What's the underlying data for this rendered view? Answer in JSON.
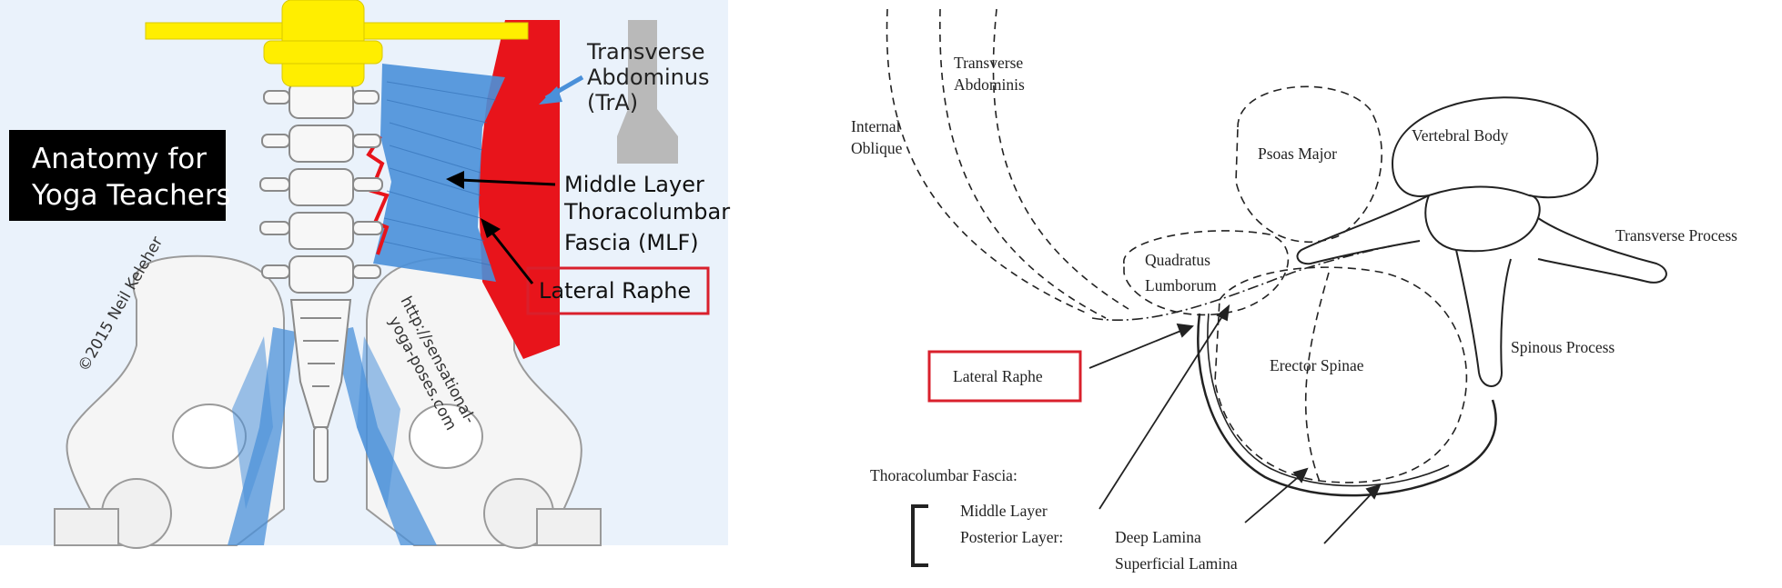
{
  "left_illustration": {
    "title_line1": "Anatomy for",
    "title_line2": "Yoga Teachers",
    "label_tra_line1": "Transverse",
    "label_tra_line2": "Abdominus",
    "label_tra_line3": "(TrA)",
    "label_mlf_line1": "Middle Layer",
    "label_mlf_line2": "Thoracolumbar",
    "label_mlf_line3": "Fascia (MLF)",
    "label_lateral_raphe": "Lateral Raphe",
    "copyright": "©2015 Neil Keleher",
    "website_line1": "http://sensational-",
    "website_line2": "yoga-poses.com",
    "colors": {
      "vertebra_yellow": "#ffee00",
      "muscle_red": "#e8141b",
      "fascia_blue": "#4a90d9",
      "highlight_box": "#d9202c",
      "title_bg": "#000000"
    }
  },
  "right_diagram": {
    "label_transverse_abdominis_line1": "Transverse",
    "label_transverse_abdominis_line2": "Abdominis",
    "label_internal_oblique_line1": "Internal",
    "label_internal_oblique_line2": "Oblique",
    "label_psoas_major": "Psoas Major",
    "label_vertebral_body": "Vertebral Body",
    "label_transverse_process": "Transverse Process",
    "label_quadratus_line1": "Quadratus",
    "label_quadratus_line2": "Lumborum",
    "label_lateral_raphe": "Lateral Raphe",
    "label_erector_spinae": "Erector Spinae",
    "label_spinous_process": "Spinous Process",
    "label_thoracolumbar_fascia": "Thoracolumbar Fascia:",
    "label_middle_layer": "Middle Layer",
    "label_posterior_layer": "Posterior Layer:",
    "label_deep_lamina": "Deep Lamina",
    "label_superficial_lamina": "Superficial Lamina"
  }
}
